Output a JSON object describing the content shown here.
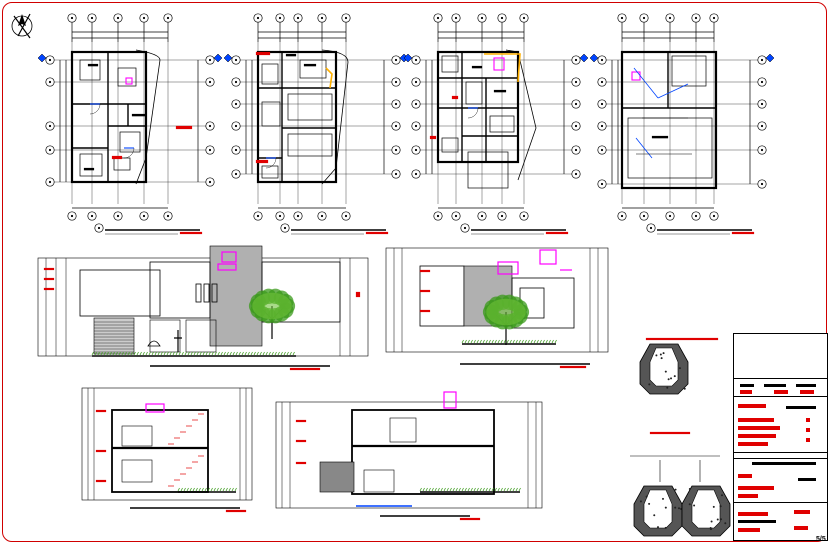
{
  "drawing": {
    "sheet_number": "5/5",
    "title": "",
    "colors": {
      "linework": "#000000",
      "dimension_red": "#e00000",
      "furniture_magenta": "#ff00ff",
      "door_blue": "#0044ff",
      "vegetation_green": "#3a9a1a",
      "wall_shade_gray": "#b0b0b0",
      "stair_yellow": "#ffb000"
    },
    "views": [
      {
        "id": "plan-ground",
        "kind": "floor-plan"
      },
      {
        "id": "plan-first",
        "kind": "floor-plan"
      },
      {
        "id": "plan-second",
        "kind": "floor-plan"
      },
      {
        "id": "plan-roof",
        "kind": "roof-plan"
      },
      {
        "id": "elevation-front",
        "kind": "elevation"
      },
      {
        "id": "elevation-side",
        "kind": "elevation"
      },
      {
        "id": "section-a",
        "kind": "section"
      },
      {
        "id": "section-b",
        "kind": "section"
      },
      {
        "id": "detail-foundation",
        "kind": "detail"
      },
      {
        "id": "title-block",
        "kind": "title-block"
      }
    ],
    "icons": [
      "north-arrow-icon",
      "tree-icon",
      "car-icon",
      "person-icon"
    ]
  }
}
